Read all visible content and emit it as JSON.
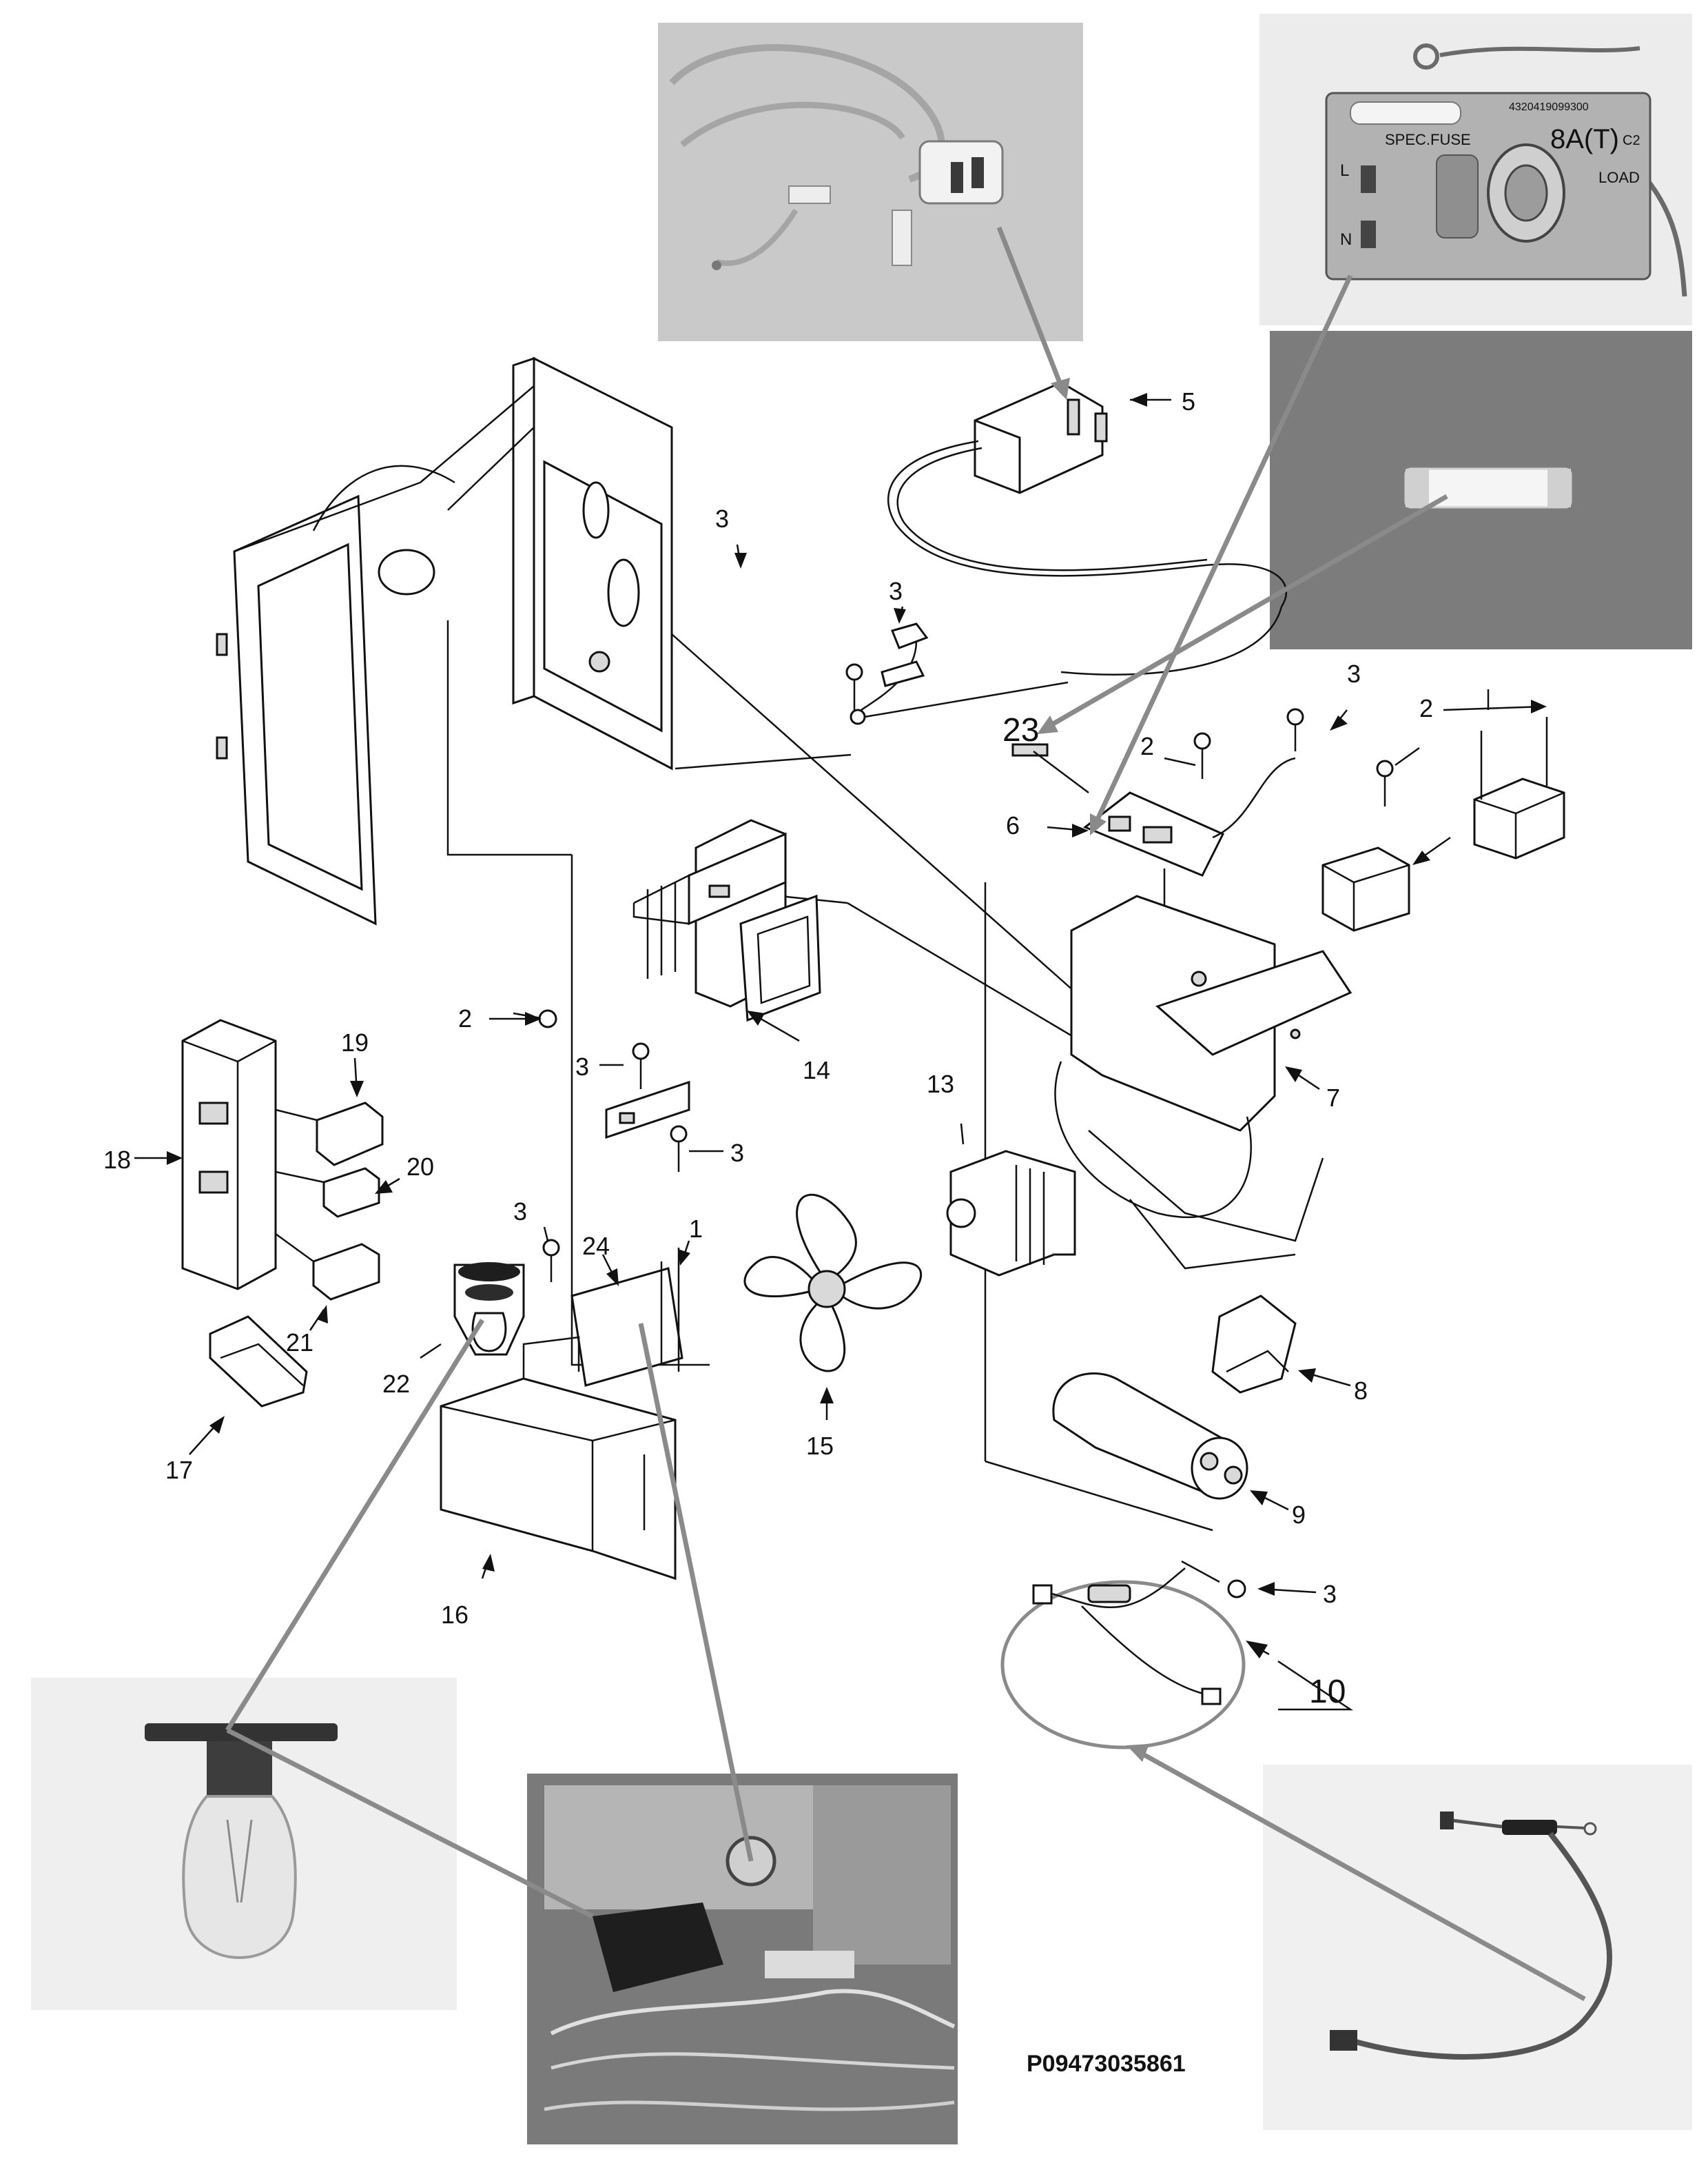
{
  "callouts": {
    "c1": "1",
    "c2a": "2",
    "c2b": "2",
    "c2c": "2",
    "c3a": "3",
    "c3b": "3",
    "c3c": "3",
    "c3d": "3",
    "c3e": "3",
    "c3f": "3",
    "c3g": "3",
    "c5": "5",
    "c6": "6",
    "c7": "7",
    "c8": "8",
    "c9": "9",
    "c10": "10",
    "c13": "13",
    "c14": "14",
    "c15": "15",
    "c16": "16",
    "c17": "17",
    "c18": "18",
    "c19": "19",
    "c20": "20",
    "c21": "21",
    "c22": "22",
    "c23": "23",
    "c24": "24"
  },
  "fuse_board_text": {
    "spec": "SPEC.FUSE",
    "rating": "8A(T)",
    "load": "LOAD",
    "l": "L",
    "n": "N",
    "c2": "C2",
    "serial": "4320419099300"
  },
  "reference_code": "P09473035861"
}
